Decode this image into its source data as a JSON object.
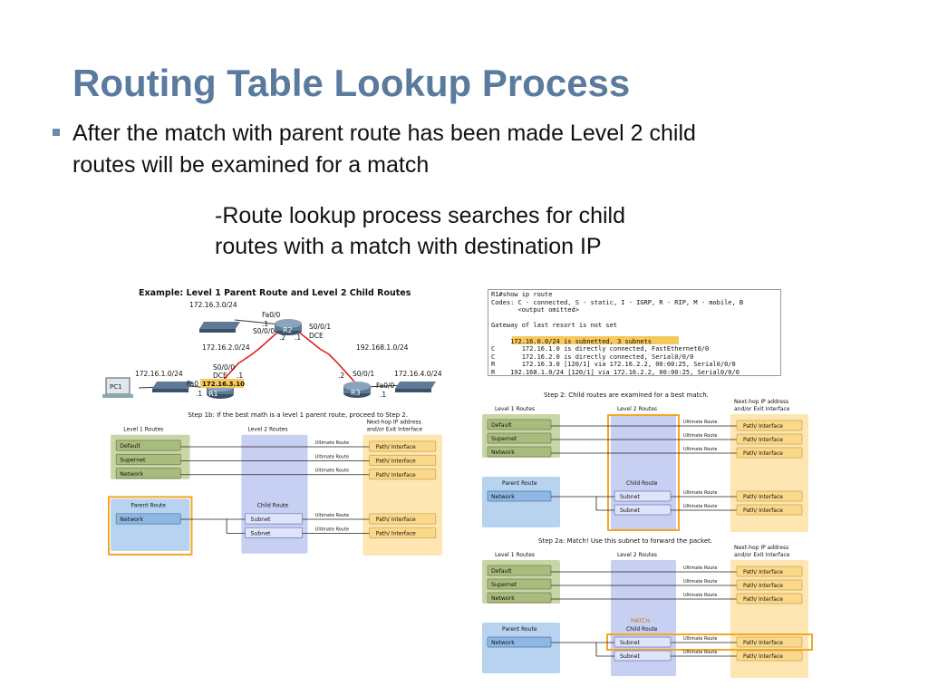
{
  "slide": {
    "title": "Routing Table Lookup Process",
    "bullet_line1": "After the match with parent route has been made Level 2 child",
    "bullet_line2": "routes will be examined for a match",
    "sub_line1": "-Route lookup process searches for child",
    "sub_line2": "routes with a match with destination IP"
  },
  "topology": {
    "title": "Example: Level 1 Parent Route and Level 2 Child Routes",
    "labels": {
      "net_r2_lan": "172.16.3.0/24",
      "r2_fa": "Fa0/0",
      "r2_fa_ip": ".1",
      "r2_s000": "S0/0/0",
      "r2_s000_ip": ".2",
      "r2_s001": "S0/0/1",
      "r2_dce": "DCE",
      "r2_s001_ip": ".1",
      "net_r1_r2": "172.16.2.0/24",
      "net_r2_r3": "192.168.1.0/24",
      "r1_s000": "S0/0/0",
      "r1_dce": "DCE",
      "r1_s000_ip": ".1",
      "r1_fa": "Fa0",
      "r1_fa_ip": ".1",
      "highlight_ip": "172.16.3.10",
      "net_r1_lan": "172.16.1.0/24",
      "r3_s001_ip": ".2",
      "r3_s001": "S0/0/1",
      "net_r3_lan": "172.16.4.0/24",
      "r3_fa": "Fa0/0",
      "r3_fa_ip": ".1",
      "r1": "R1",
      "r2": "R2",
      "r3": "R3",
      "pc": "PC1"
    }
  },
  "terminal": {
    "lines": [
      "R1#show ip route",
      "Codes: C - connected, S - static, I - IGRP, R - RIP, M - mobile, B",
      "       <output omitted>",
      "",
      "Gateway of last resort is not set",
      "",
      "     172.16.0.0/24 is subnetted, 3 subnets",
      "C       172.16.1.0 is directly connected, FastEthernet0/0",
      "C       172.16.2.0 is directly connected, Serial0/0/0",
      "R       172.16.3.0 [120/1] via 172.16.2.2, 00:00:25, Serial0/0/0",
      "R    192.168.1.0/24 [120/1] via 172.16.2.2, 00:00:25, Serial0/0/0"
    ]
  },
  "step_diagrams": [
    {
      "caption": "Step 1b: If the best math is a level 1 parent route, proceed to Step 2.",
      "col1": "Level 1 Routes",
      "col2": "Level 2 Routes",
      "col3": "Next-hop IP address and/or Exit Interface",
      "l1_items": [
        "Default",
        "Supernet",
        "Network"
      ],
      "parent": "Parent Route",
      "parent_item": "Network",
      "child": "Child Route",
      "child_items": [
        "Subnet",
        "Subnet"
      ],
      "ultimate": "Ultimate Route",
      "path": "Path/ Interface",
      "match": ""
    },
    {
      "caption": "Step 2: Child routes are examined for a best match.",
      "col1": "Level 1 Routes",
      "col2": "Level 2 Routes",
      "col3": "Next-hop IP address and/or Exit Interface",
      "l1_items": [
        "Default",
        "Supernet",
        "Network"
      ],
      "parent": "Parent Route",
      "parent_item": "Network",
      "child": "Child Route",
      "child_items": [
        "Subnet",
        "Subnet"
      ],
      "ultimate": "Ultimate Route",
      "path": "Path/ Interface",
      "match": ""
    },
    {
      "caption": "Step 2a: Match! Use this subnet to forward the packet.",
      "col1": "Level 1 Routes",
      "col2": "Level 2 Routes",
      "col3": "Next-hop IP address and/or Exit Interface",
      "l1_items": [
        "Default",
        "Supernet",
        "Network"
      ],
      "parent": "Parent Route",
      "parent_item": "Network",
      "child": "Child Route",
      "child_items": [
        "Subnet",
        "Subnet"
      ],
      "ultimate": "Ultimate Route",
      "path": "Path/ Interface",
      "match": "MATCH"
    }
  ],
  "colors": {
    "title": "#5a7a9e",
    "green": "#c8d6a6",
    "blue": "#b8d3f0",
    "lavender": "#c7cff2",
    "yellow": "#fde6b2",
    "orange": "#f5a623",
    "terminal_highlight": "#f6c75a"
  }
}
